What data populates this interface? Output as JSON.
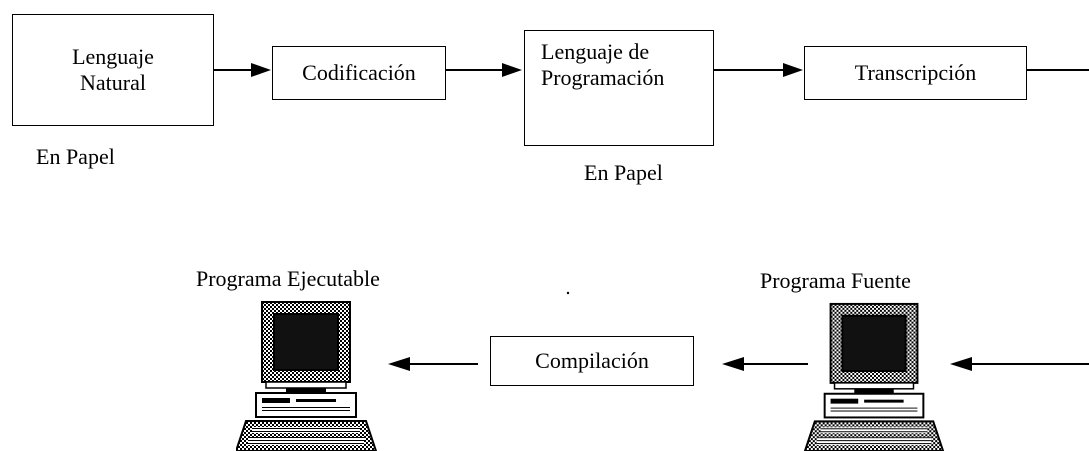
{
  "diagram": {
    "nodes": {
      "natural_language": {
        "line1": "Lenguaje",
        "line2": "Natural"
      },
      "coding": {
        "label": "Codificación"
      },
      "programming_language": {
        "line1": "Lenguaje de",
        "line2": "Programación"
      },
      "transcription": {
        "label": "Transcripción"
      },
      "compilation": {
        "label": "Compilación"
      }
    },
    "annotations": {
      "on_paper_1": "En Papel",
      "on_paper_2": "En Papel",
      "executable_program": "Programa Ejecutable",
      "source_program": "Programa Fuente"
    },
    "icons": {
      "executable_computer": "computer-icon",
      "source_computer": "computer-icon"
    }
  }
}
